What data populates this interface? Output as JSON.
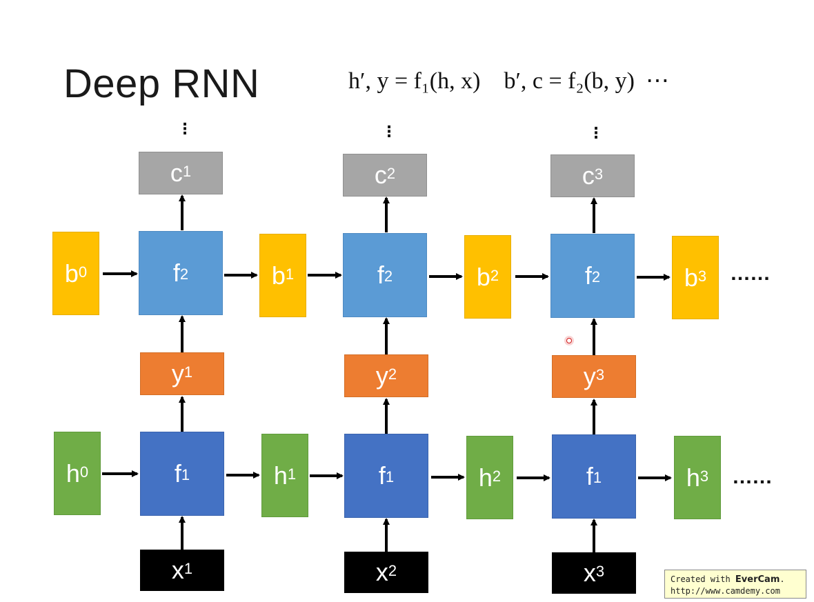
{
  "slide": {
    "title": "Deep RNN",
    "formula_1": "h′, y = f₁(h, x)",
    "formula_2": "b′, c = f₂(b, y)",
    "formula_ellipsis": "⋯"
  },
  "diagram": {
    "outputs": [
      {
        "base": "c",
        "sup": "1"
      },
      {
        "base": "c",
        "sup": "2"
      },
      {
        "base": "c",
        "sup": "3"
      }
    ],
    "f2_cells": [
      {
        "base": "f",
        "sub": "2"
      },
      {
        "base": "f",
        "sub": "2"
      },
      {
        "base": "f",
        "sub": "2"
      }
    ],
    "b_states": [
      {
        "base": "b",
        "sup": "0"
      },
      {
        "base": "b",
        "sup": "1"
      },
      {
        "base": "b",
        "sup": "2"
      },
      {
        "base": "b",
        "sup": "3"
      }
    ],
    "y_states": [
      {
        "base": "y",
        "sup": "1"
      },
      {
        "base": "y",
        "sup": "2"
      },
      {
        "base": "y",
        "sup": "3"
      }
    ],
    "f1_cells": [
      {
        "base": "f",
        "sub": "1"
      },
      {
        "base": "f",
        "sub": "1"
      },
      {
        "base": "f",
        "sub": "1"
      }
    ],
    "h_states": [
      {
        "base": "h",
        "sup": "0"
      },
      {
        "base": "h",
        "sup": "1"
      },
      {
        "base": "h",
        "sup": "2"
      },
      {
        "base": "h",
        "sup": "3"
      }
    ],
    "inputs": [
      {
        "base": "x",
        "sup": "1"
      },
      {
        "base": "x",
        "sup": "2"
      },
      {
        "base": "x",
        "sup": "3"
      }
    ],
    "continuation_dots": "……",
    "vertical_dots": "⋮"
  },
  "colors": {
    "c_box": "#a6a6a6",
    "f2_box": "#5b9bd5",
    "b_box": "#ffc000",
    "y_box": "#ed7d31",
    "f1_box": "#4472c4",
    "h_box": "#70ad47",
    "x_box": "#000000"
  },
  "watermark": {
    "line1_prefix": "Created with ",
    "line1_brand": "EverCam",
    "line1_suffix": ".",
    "line2": "http://www.camdemy.com"
  }
}
